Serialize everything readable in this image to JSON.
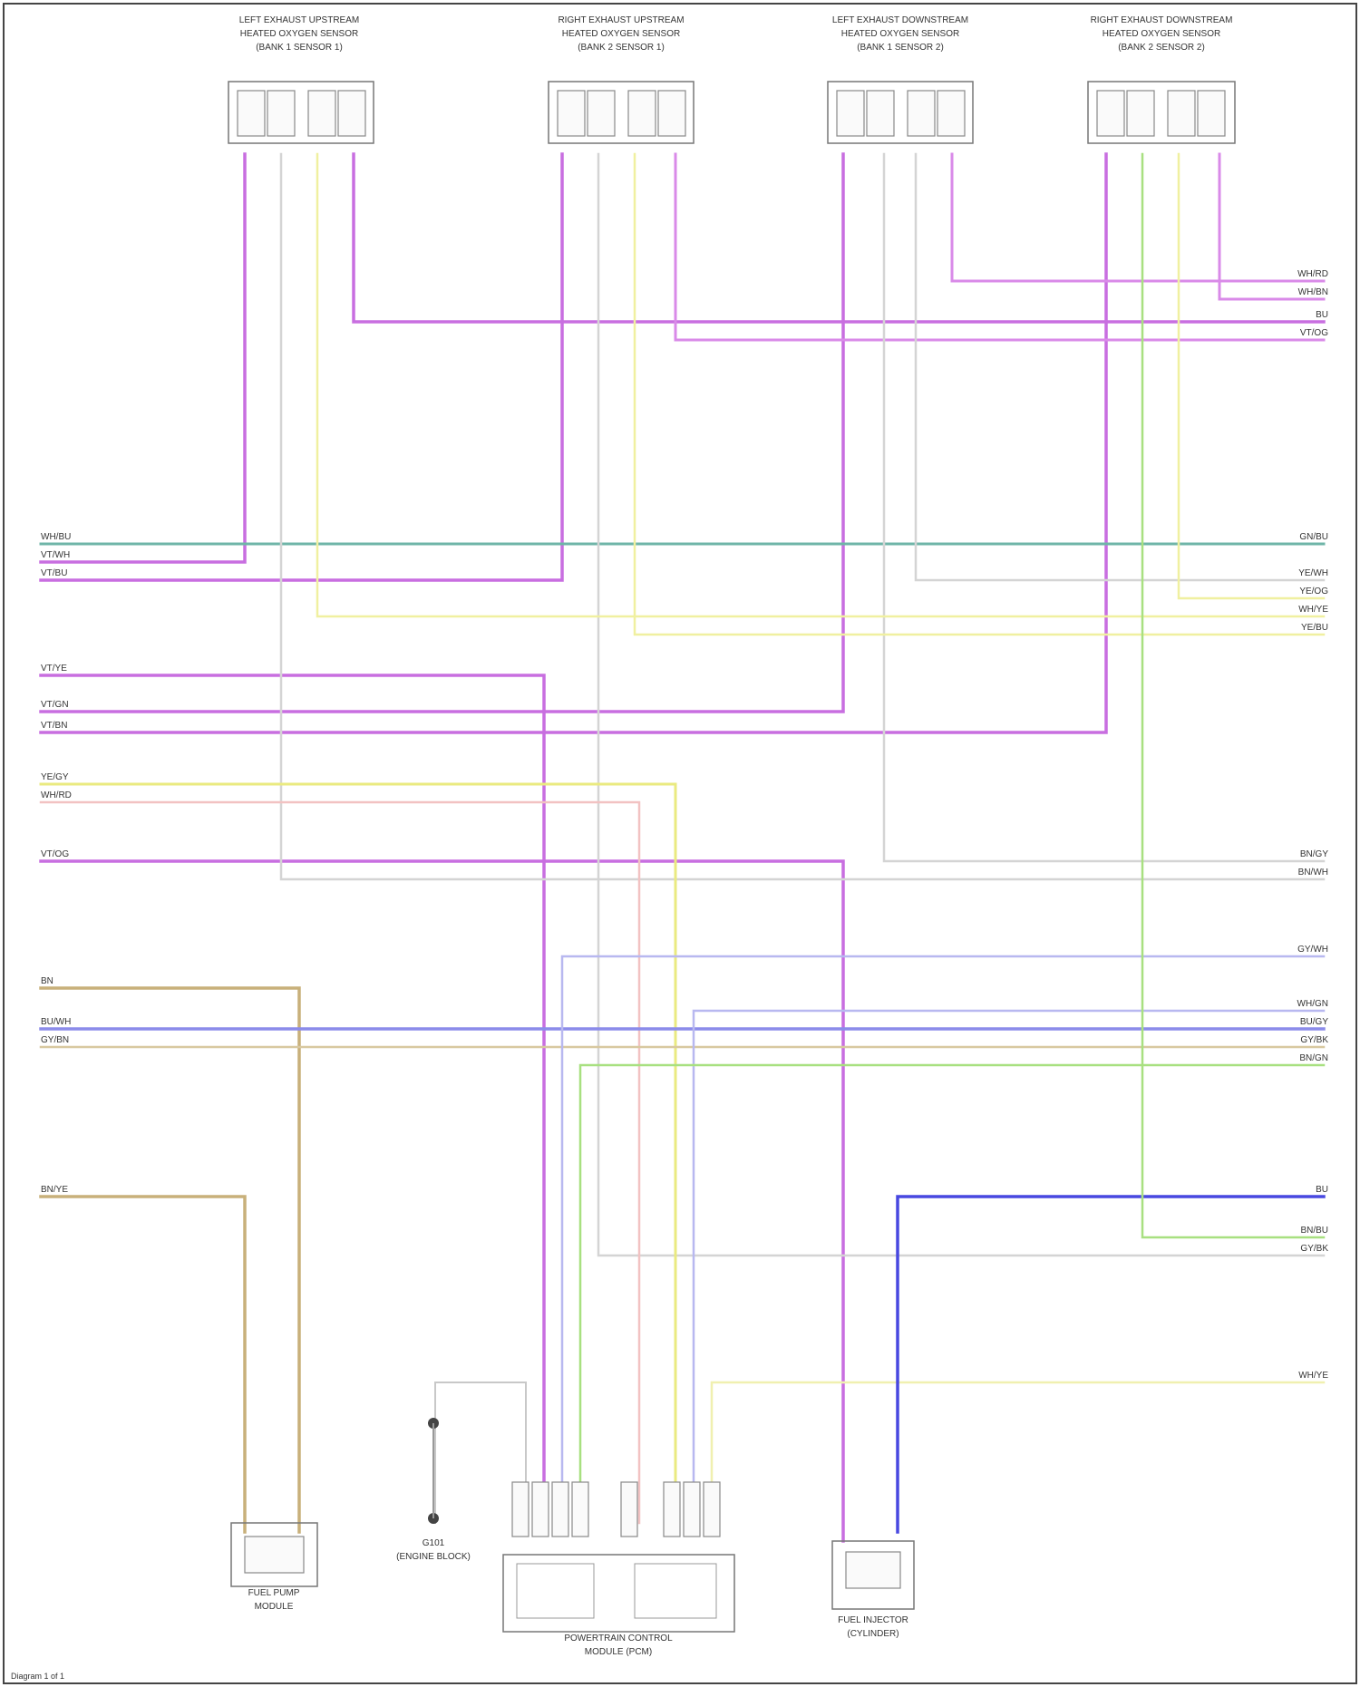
{
  "diagram": {
    "components": [
      {
        "key": "o2_b1s1",
        "label_lines": [
          "LEFT EXHAUST UPSTREAM",
          "HEATED OXYGEN SENSOR",
          "(BANK 1 SENSOR 1)"
        ]
      },
      {
        "key": "o2_b2s1",
        "label_lines": [
          "RIGHT EXHAUST UPSTREAM",
          "HEATED OXYGEN SENSOR",
          "(BANK 2 SENSOR 1)"
        ]
      },
      {
        "key": "o2_b1s2",
        "label_lines": [
          "LEFT EXHAUST DOWNSTREAM",
          "HEATED OXYGEN SENSOR",
          "(BANK 1 SENSOR 2)"
        ]
      },
      {
        "key": "o2_b2s2",
        "label_lines": [
          "RIGHT EXHAUST DOWNSTREAM",
          "HEATED OXYGEN SENSOR",
          "(BANK 2 SENSOR 2)"
        ]
      },
      {
        "key": "fuel_pump",
        "label_lines": [
          "FUEL PUMP",
          "MODULE"
        ]
      },
      {
        "key": "ground",
        "label_lines": [
          "G101",
          "(ENGINE BLOCK)"
        ]
      },
      {
        "key": "pcm",
        "label_lines": [
          "POWERTRAIN CONTROL",
          "MODULE (PCM)"
        ]
      },
      {
        "key": "injector",
        "label_lines": [
          "FUEL INJECTOR",
          "(CYLINDER)"
        ]
      }
    ],
    "left_labels": [
      "WH/BU",
      "VT/WH",
      "VT/BU",
      "VT/YE",
      "VT/GN",
      "VT/BN",
      "YE/GY",
      "WH/RD",
      "VT/OG",
      "BN",
      "BU/WH",
      "GY/BN",
      "BN/YE"
    ],
    "right_labels": [
      "WH/RD",
      "WH/BN",
      "BU",
      "VT/OG",
      "GN/BU",
      "YE/WH",
      "YE/OG",
      "WH/YE",
      "YE/BU",
      "BN/GY",
      "BN/WH",
      "GY/WH",
      "WH/GN",
      "BU/GY",
      "GY/BK",
      "BN/GN",
      "BU",
      "BN/BU",
      "GY/BK",
      "WH/YE"
    ],
    "footer": "Diagram 1 of 1"
  }
}
